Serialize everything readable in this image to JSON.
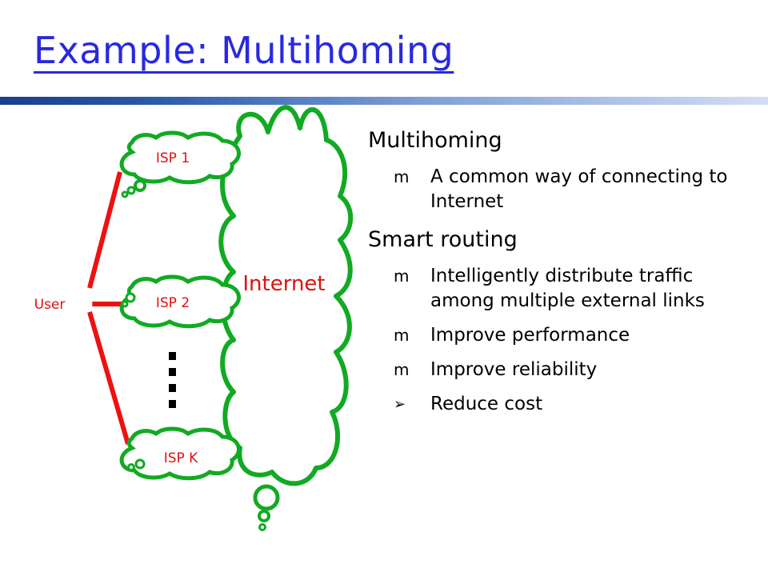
{
  "slide": {
    "title": "Example: Multihoming"
  },
  "diagram": {
    "user_label": "User",
    "isp_labels": [
      "ISP 1",
      "ISP 2",
      "ISP K"
    ],
    "internet_label": "Internet",
    "link_color": "#ee1111",
    "cloud_color": "#11aa22",
    "label_color": "#dd1111"
  },
  "bullets": [
    {
      "text": "Multihoming",
      "sub": [
        {
          "marker": "m",
          "text": "A common way of connecting to Internet"
        }
      ]
    },
    {
      "text": "Smart routing",
      "sub": [
        {
          "marker": "m",
          "text": "Intelligently distribute traffic among multiple external links"
        },
        {
          "marker": "m",
          "text": "Improve performance"
        },
        {
          "marker": "m",
          "text": "Improve reliability"
        },
        {
          "marker": "➢",
          "text": "Reduce cost"
        }
      ]
    }
  ]
}
